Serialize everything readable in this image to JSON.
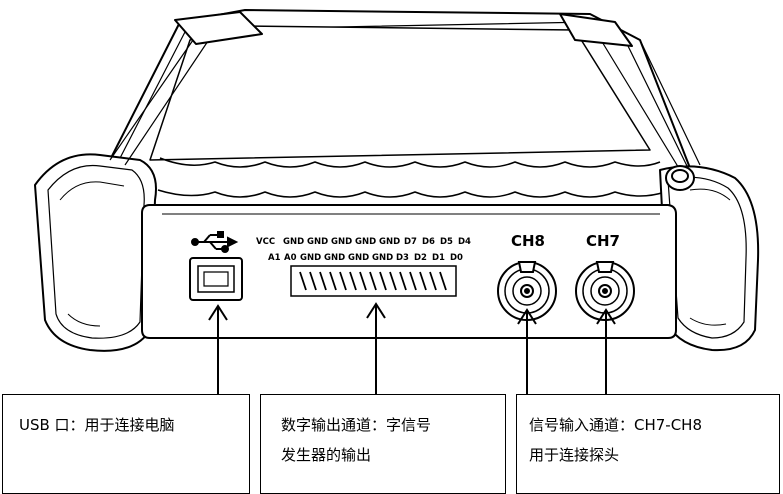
{
  "panel": {
    "pins_top": [
      "VCC",
      "GND",
      "GND",
      "GND",
      "GND",
      "GND",
      "D7",
      "D6",
      "D5",
      "D4"
    ],
    "pins_bottom": [
      "A1",
      "A0",
      "GND",
      "GND",
      "GND",
      "GND",
      "D3",
      "D2",
      "D1",
      "D0"
    ],
    "ch8_label": "CH8",
    "ch7_label": "CH7"
  },
  "callouts": {
    "usb": {
      "line1": "USB 口：用于连接电脑"
    },
    "digital": {
      "line1": "数字输出通道：字信号",
      "line2": "发生器的输出"
    },
    "signal": {
      "line1": "信号输入通道：CH7-CH8",
      "line2": "用于连接探头"
    }
  },
  "icons": [
    "usb-symbol-icon",
    "usb-b-port-icon",
    "digital-header-connector-icon",
    "bnc-connector-icon",
    "arrow-up-icon"
  ]
}
